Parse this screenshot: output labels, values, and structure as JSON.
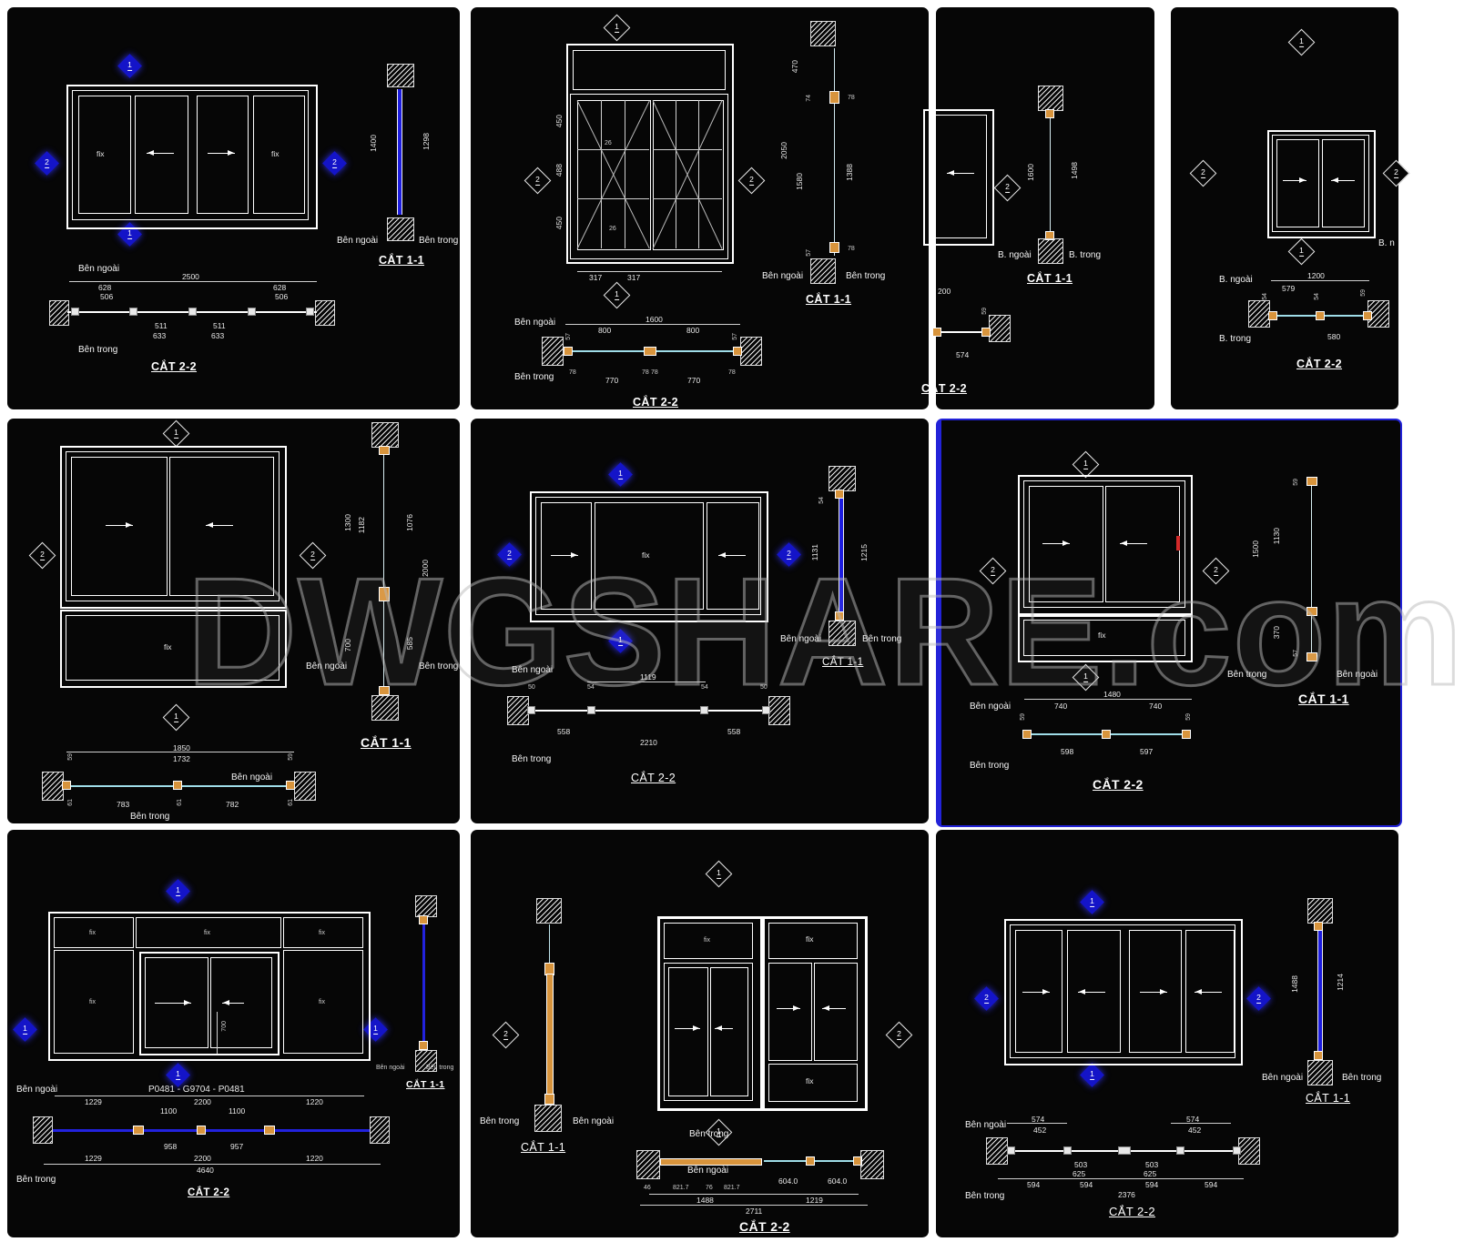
{
  "watermark": "DWGSHARE.com",
  "colors": {
    "panel_bg": "#060606",
    "gutter": "#ffffff",
    "line_white": "#ffffff",
    "marker_blue": "#1414c8",
    "glass_blue": "#1d1de0",
    "glass_cyan": "#9fdde8",
    "profile_orange": "#d8943c",
    "handle_red": "#d42a2a",
    "selection_border": "#2222d8"
  },
  "panels": {
    "p1": {
      "m": {
        "t": "1",
        "b": "1",
        "l": "2",
        "r": "2"
      },
      "fix_left": "fix",
      "fix_right": "fix",
      "s1": {
        "title": "CẮT 1-1",
        "d_outer": "1400",
        "d_inner": "1298",
        "outside": "Bên ngoài",
        "inside": "Bên trong"
      },
      "s2": {
        "title": "CẮT 2-2",
        "outside": "Bên ngoài",
        "inside": "Bên trong",
        "total": "2500",
        "w1": "628",
        "w2": "506",
        "w3": "628",
        "w4": "506",
        "w5": "511",
        "w6": "633",
        "w7": "511",
        "w8": "633"
      }
    },
    "p2": {
      "m": {
        "t": "1",
        "b": "1",
        "l": "2",
        "r": "2"
      },
      "e": {
        "v1": "450",
        "v2": "488",
        "v3": "450",
        "h1": "317",
        "h2": "317",
        "g1": "26",
        "g2": "26"
      },
      "s1": {
        "title": "CẮT 1-1",
        "d1": "470",
        "d2": "2050",
        "d3": "1580",
        "d4": "1388",
        "d5": "74",
        "d6": "78",
        "d7": "78",
        "d8": "57",
        "outside": "Bên ngoài",
        "inside": "Bên trong"
      },
      "s2": {
        "title": "CẮT 2-2",
        "outside": "Bên ngoài",
        "inside": "Bên trong",
        "total": "1600",
        "w1": "800",
        "w2": "800",
        "w3": "57",
        "w4": "57",
        "w5": "78",
        "w6": "770",
        "w7": "78",
        "w8": "78",
        "w9": "770",
        "w10": "78"
      }
    },
    "p3a": {
      "m": {
        "s": "2"
      },
      "s1": {
        "title": "CẮT 1-1",
        "d1": "1600",
        "d2": "1498",
        "outside": "B. ngoài",
        "inside": "B. trong"
      },
      "s2": {
        "title": "CẮT 2-2",
        "d1": "200",
        "d2": "574",
        "d3": "59"
      }
    },
    "p3b": {
      "m": {
        "t": "1",
        "b": "1",
        "l": "2",
        "r": "2"
      },
      "edge": "B. n",
      "s2": {
        "title": "CẮT 2-2",
        "outside": "B. ngoài",
        "inside": "B. trong",
        "total": "1200",
        "w1": "579",
        "w2": "580",
        "w3": "54",
        "w4": "54",
        "w5": "59"
      }
    },
    "p4": {
      "m": {
        "t": "1",
        "b": "1",
        "l": "2",
        "r": "2"
      },
      "fix": "fix",
      "s1": {
        "title": "CẮT 1-1",
        "d1": "1300",
        "d2": "1182",
        "d3": "1076",
        "d4": "2000",
        "d5": "700",
        "d6": "585",
        "outside": "Bên ngoài",
        "inside": "Bên trong"
      },
      "s2": {
        "outside": "Bên ngoài",
        "inside": "Bên trong",
        "total": "1850",
        "w1": "1732",
        "w2": "59",
        "w3": "59",
        "w4": "783",
        "w5": "782",
        "w6": "61",
        "w7": "61",
        "w8": "61"
      }
    },
    "p5": {
      "m": {
        "t": "1",
        "b": "1",
        "l": "2",
        "r": "2"
      },
      "fix": "fix",
      "s1": {
        "title": "CẮT 1-1",
        "d1": "1131",
        "d2": "1215",
        "d3": "54",
        "outside": "Bên ngoài",
        "inside": "Bên trong"
      },
      "s2": {
        "title": "CẮT 2-2",
        "outside": "Bên ngoài",
        "inside": "Bên trong",
        "total": "2210",
        "w1": "1119",
        "w2": "50",
        "w3": "54",
        "w4": "54",
        "w5": "50",
        "w6": "558",
        "w7": "558"
      }
    },
    "p6": {
      "m": {
        "t": "1",
        "b": "1",
        "l": "2",
        "r": "2"
      },
      "fix": "fix",
      "s1": {
        "title": "CẮT 1-1",
        "d1": "1500",
        "d2": "1130",
        "d3": "370",
        "d4": "59",
        "d5": "57",
        "inside": "Bên trong",
        "outside": "Bên ngoài"
      },
      "s2": {
        "title": "CẮT 2-2",
        "outside": "Bên ngoài",
        "inside": "Bên trong",
        "total": "1480",
        "w1": "740",
        "w2": "740",
        "w3": "59",
        "w4": "59",
        "w5": "598",
        "w6": "597"
      }
    },
    "p7": {
      "m": {
        "t": "1",
        "b": "1",
        "l": "1",
        "r": "1"
      },
      "fix_tl": "fix",
      "fix_tc": "fix",
      "fix_tr": "fix",
      "fix_l": "fix",
      "fix_r": "fix",
      "d700": "700",
      "s1": {
        "title": "CẮT 1-1",
        "outside": "Bên ngoài",
        "inside": "Bên trong"
      },
      "s2": {
        "title": "CẮT 2-2",
        "header": "P0481 - G9704 - P0481",
        "outside": "Bên ngoài",
        "inside": "Bên trong",
        "r1a": "1229",
        "r1b": "2200",
        "r1c": "1220",
        "r2a": "1100",
        "r2b": "1100",
        "r3a": "958",
        "r3b": "957",
        "r4a": "1229",
        "r4b": "2200",
        "r4c": "1220",
        "total": "4640"
      }
    },
    "p8": {
      "m": {
        "t": "1",
        "b": "1",
        "l": "2",
        "r": "2"
      },
      "fix_tl": "fix",
      "fix_tr": "fix",
      "fix_br": "fix",
      "s1": {
        "title": "CẮT 1-1",
        "inside": "Bên trong",
        "outside": "Bên ngoài"
      },
      "s2": {
        "title": "CẮT 2-2",
        "inside": "Bên trong",
        "outside": "Bên ngoài",
        "w1": "46",
        "w2": "821.7",
        "w3": "76",
        "w4": "821.7",
        "w5": "604.0",
        "w6": "604.0",
        "t1": "1488",
        "t2": "1219",
        "total": "2711"
      }
    },
    "p9": {
      "m": {
        "t": "1",
        "b": "1",
        "l": "2",
        "r": "2"
      },
      "s1": {
        "title": "CẮT 1-1",
        "d1": "1488",
        "d2": "1214",
        "outside": "Bên ngoài",
        "inside": "Bên trong"
      },
      "s2": {
        "title": "CẮT 2-2",
        "outside": "Bên ngoài",
        "inside": "Bên trong",
        "w1": "574",
        "w2": "452",
        "w3": "574",
        "w4": "452",
        "w5": "503",
        "w6": "503",
        "w7": "625",
        "w8": "625",
        "w9": "594",
        "w10": "594",
        "w11": "594",
        "w12": "594",
        "total": "2376"
      }
    }
  }
}
